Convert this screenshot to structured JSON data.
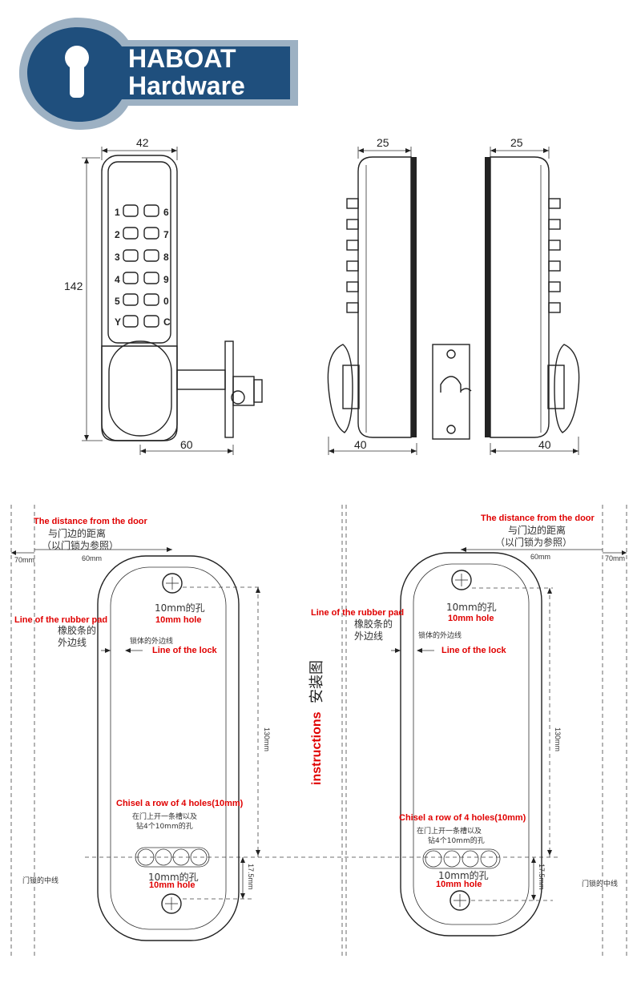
{
  "brand": {
    "line1": "HABOAT",
    "line2": "Hardware",
    "bg_color": "#1f4f7d",
    "ring_color": "#9db1c3"
  },
  "keypad": {
    "left_keys": [
      "1",
      "2",
      "3",
      "4",
      "5",
      "Y"
    ],
    "right_keys": [
      "6",
      "7",
      "8",
      "9",
      "0",
      "C"
    ]
  },
  "dimensions": {
    "width_front": "42",
    "height_front": "142",
    "spindle_length": "60",
    "depth_left": "25",
    "depth_right": "25",
    "knob_left": "40",
    "knob_right": "40"
  },
  "install": {
    "left": {
      "door_distance_en": "The distance from the door",
      "door_distance_cn": "与门边的距离",
      "door_distance_cn_sub": "（以门锁为参照）",
      "dist_70": "70mm",
      "dist_60": "60mm",
      "hole_cn": "10mm的孔",
      "hole_en": "10mm hole",
      "rubber_en": "Line of the rubber pad",
      "rubber_cn1": "橡胶条的",
      "rubber_cn2": "外边线",
      "lock_cn": "锁体的外边线",
      "lock_en": "Line of the lock",
      "len_130": "130mm",
      "chisel_en": "Chisel a row of 4 holes(10mm)",
      "chisel_cn1": "在门上开一条槽以及",
      "chisel_cn2": "钻4个10mm的孔",
      "hole2_cn": "10mm的孔",
      "hole2_en": "10mm hole",
      "len_17": "17.5mm",
      "center_cn": "门锁的中线"
    },
    "right": {
      "door_distance_en": "The distance from the door",
      "door_distance_cn": "与门边的距离",
      "door_distance_cn_sub": "（以门锁为参照）",
      "dist_70": "70mm",
      "dist_60": "60mm",
      "hole_cn": "10mm的孔",
      "hole_en": "10mm hole",
      "rubber_en": "Line of the rubber pad",
      "rubber_cn1": "橡胶条的",
      "rubber_cn2": "外边线",
      "lock_cn": "锁体的外边线",
      "lock_en": "Line of the lock",
      "len_130": "130mm",
      "chisel_en": "Chisel a row of 4 holes(10mm)",
      "chisel_cn1": "在门上开一条槽以及",
      "chisel_cn2": "钻4个10mm的孔",
      "hole2_cn": "10mm的孔",
      "hole2_en": "10mm hole",
      "len_17": "17.5mm",
      "center_cn": "门锁的中线"
    },
    "title_en": "instructions",
    "title_cn": "安装图"
  }
}
